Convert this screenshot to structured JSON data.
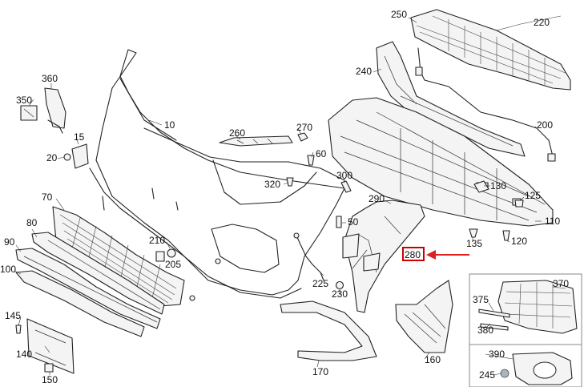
{
  "diagram": {
    "callouts": [
      {
        "id": "c250",
        "text": "250"
      },
      {
        "id": "c220",
        "text": "220"
      },
      {
        "id": "c240",
        "text": "240"
      },
      {
        "id": "c360",
        "text": "360"
      },
      {
        "id": "c350",
        "text": "350"
      },
      {
        "id": "c10",
        "text": "10"
      },
      {
        "id": "c15",
        "text": "15"
      },
      {
        "id": "c20",
        "text": "20"
      },
      {
        "id": "c260",
        "text": "260"
      },
      {
        "id": "c270",
        "text": "270"
      },
      {
        "id": "c60",
        "text": "60"
      },
      {
        "id": "c200",
        "text": "200"
      },
      {
        "id": "c300",
        "text": "300"
      },
      {
        "id": "c320",
        "text": "320"
      },
      {
        "id": "c130",
        "text": "130"
      },
      {
        "id": "c125",
        "text": "125"
      },
      {
        "id": "c290",
        "text": "290"
      },
      {
        "id": "c110",
        "text": "110"
      },
      {
        "id": "c70",
        "text": "70"
      },
      {
        "id": "c50",
        "text": "50"
      },
      {
        "id": "c135",
        "text": "135"
      },
      {
        "id": "c120",
        "text": "120"
      },
      {
        "id": "c80",
        "text": "80"
      },
      {
        "id": "c210",
        "text": "210"
      },
      {
        "id": "c205",
        "text": "205"
      },
      {
        "id": "c90",
        "text": "90"
      },
      {
        "id": "c100",
        "text": "100"
      },
      {
        "id": "c225",
        "text": "225"
      },
      {
        "id": "c230",
        "text": "230"
      },
      {
        "id": "c370",
        "text": "370"
      },
      {
        "id": "c375",
        "text": "375"
      },
      {
        "id": "c380",
        "text": "380"
      },
      {
        "id": "c145",
        "text": "145"
      },
      {
        "id": "c160",
        "text": "160"
      },
      {
        "id": "c140",
        "text": "140"
      },
      {
        "id": "c390",
        "text": "390"
      },
      {
        "id": "c170",
        "text": "170"
      },
      {
        "id": "c245",
        "text": "245"
      },
      {
        "id": "c150",
        "text": "150"
      }
    ],
    "highlight": {
      "text": "280",
      "color": "#cc0000"
    },
    "arrow_color": "#e02020"
  }
}
